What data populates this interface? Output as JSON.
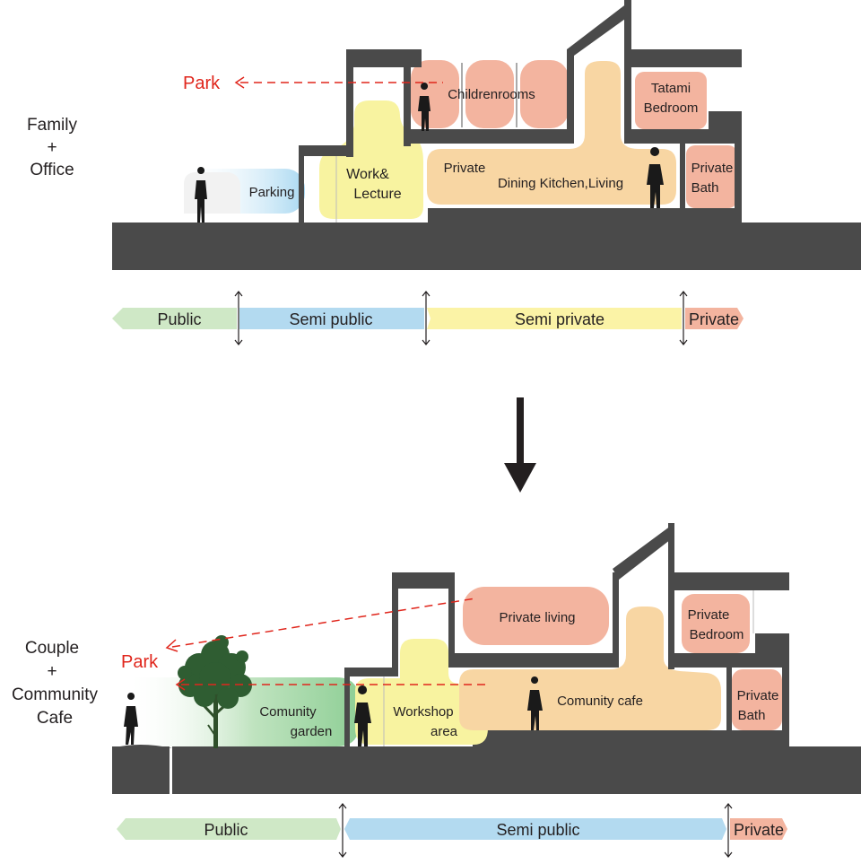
{
  "top": {
    "side_label": [
      "Family",
      "+",
      "Office"
    ],
    "park_label": "Park",
    "rooms": {
      "children": "Childrenrooms",
      "tatami": [
        "Tatami",
        "Bedroom"
      ],
      "work": [
        "Work&",
        "Lecture"
      ],
      "private_label": "Private",
      "dining": "Dining Kitchen,Living",
      "bath": [
        "Private",
        "Bath"
      ],
      "parking": "Parking"
    },
    "zones": [
      "Public",
      "Semi public",
      "Semi private",
      "Private"
    ]
  },
  "bottom": {
    "side_label": [
      "Couple",
      "+",
      "Community",
      "Cafe"
    ],
    "park_label": "Park",
    "rooms": {
      "private_living": "Private living",
      "bedroom": [
        "Private",
        "Bedroom"
      ],
      "garden": [
        "Comunity",
        "garden"
      ],
      "workshop": [
        "Workshop",
        "area"
      ],
      "cafe": "Comunity cafe",
      "bath": [
        "Private",
        "Bath"
      ]
    },
    "zones": [
      "Public",
      "Semi public",
      "Private"
    ]
  },
  "colors": {
    "wall": "#4a4a4a",
    "public": "#cfe8c6",
    "semi_public": "#b3daf0",
    "semi_private": "#fbf3a6",
    "private": "#f3b49f",
    "orange": "#f8d6a3",
    "yellow": "#f8f3a0",
    "park_red": "#e0261c"
  }
}
